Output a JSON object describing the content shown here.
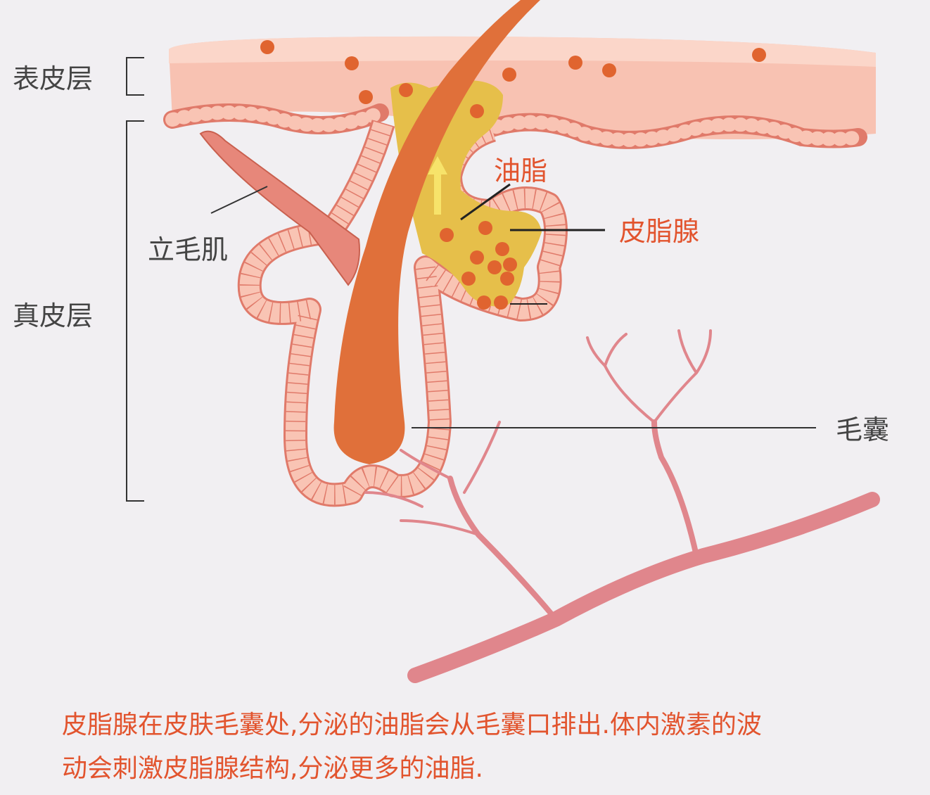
{
  "labels": {
    "epidermis": "表皮层",
    "dermis": "真皮层",
    "arrector_pili": "立毛肌",
    "sebum": "油脂",
    "sebaceous_gland": "皮脂腺",
    "hair_follicle": "毛囊"
  },
  "caption": {
    "line1": "皮脂腺在皮肤毛囊处,分泌的油脂会从毛囊口排出.体内激素的波",
    "line2": "动会刺激皮脂腺结构,分泌更多的油脂."
  },
  "colors": {
    "background": "#f1eff2",
    "epidermis": "#f8c2b2",
    "hair": "#e0703a",
    "sebum": "#e6bf4a",
    "vessel": "#e0868c",
    "accent_text": "#e2542e"
  }
}
